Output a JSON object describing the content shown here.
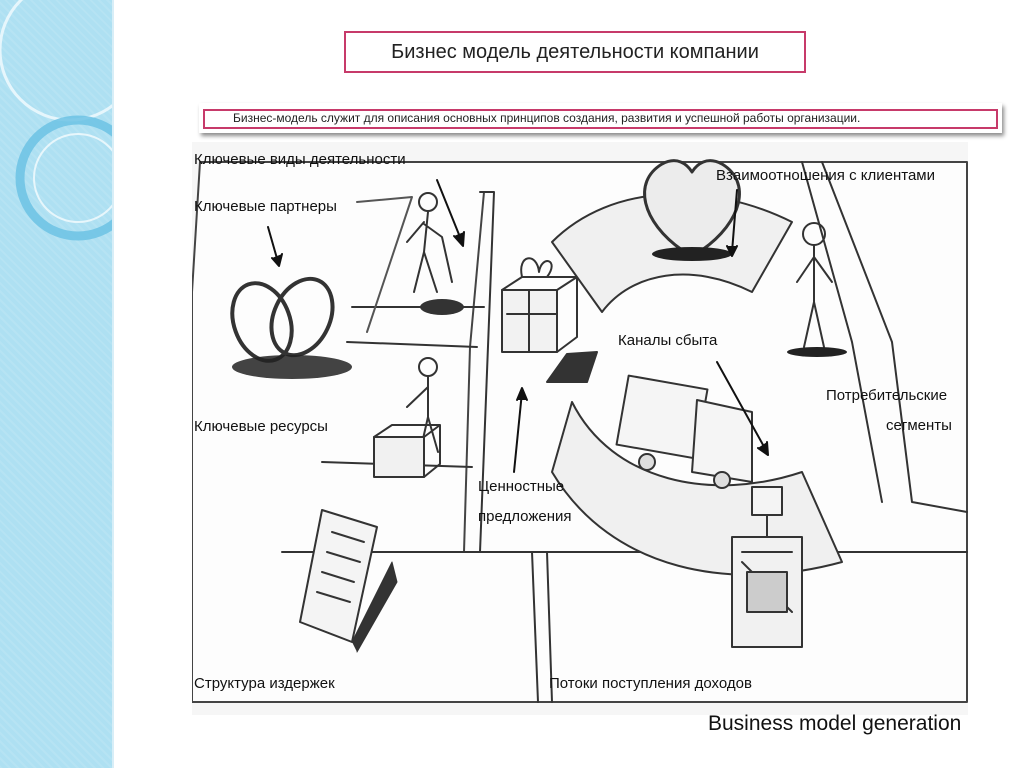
{
  "title": "Бизнес модель деятельности компании",
  "subtitle": "Бизнес-модель служит для описания основных принципов создания, развития и успешной работы организации.",
  "blocks": {
    "key_activities": "Ключевые виды деятельности",
    "key_partners": "Ключевые партнеры",
    "customer_relationships": "Взаимоотношения с клиентами",
    "channels": "Каналы сбыта",
    "key_resources": "Ключевые ресурсы",
    "customer_segments_1": "Потребительские",
    "customer_segments_2": "сегменты",
    "value_prop_1": "Ценностные",
    "value_prop_2": "предложения",
    "cost_structure": "Структура издержек",
    "revenue_streams": "Потоки поступления доходов"
  },
  "footer": "Business model generation",
  "colors": {
    "accent": "#c73a6a",
    "sidebar": "#aee0f2"
  }
}
